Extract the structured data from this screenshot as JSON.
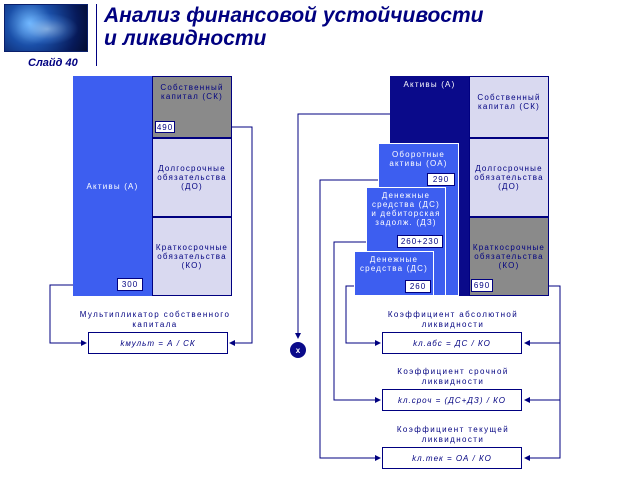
{
  "slide": {
    "label": "Слайд 40"
  },
  "title": "Анализ финансовой устойчивости\nи ликвидности",
  "left": {
    "assets": "Активы (А)",
    "equity": "Собственный\nкапитал (СК)",
    "equity_value": "490",
    "long_term": "Долгосрочные\nобязательства\n(ДО)",
    "short_term": "Краткосрочные\nобязательства\n(КО)",
    "assets_value": "300",
    "multiplier_label": "Мультипликатор собственного\nкапитала",
    "multiplier_formula": "kмульт = А / СК"
  },
  "right": {
    "assets": "Активы (А)",
    "current_assets": "Оборотные\nактивы (ОА)",
    "current_assets_value": "290",
    "cash_receivables": "Денежные\nсредства (ДС)\nи дебиторская\nзадолж. (ДЗ)",
    "cash_receivables_value": "260+230",
    "cash": "Денежные\nсредства (ДС)",
    "cash_value": "260",
    "equity": "Собственный\nкапитал (СК)",
    "long_term": "Долгосрочные\nобязательства\n(ДО)",
    "short_term": "Краткосрочные\nобязательства\n(КО)",
    "short_term_value": "690",
    "marker": "x",
    "abs_label": "Коэффициент абсолютной\nликвидности",
    "abs_formula": "kл.абс = ДС / КО",
    "quick_label": "Коэффициент срочной\nликвидности",
    "quick_formula": "kл.сроч = (ДС+ДЗ) / КО",
    "current_label": "Коэффициент текущей\nликвидности",
    "current_formula": "kл.тек = ОА / КО"
  },
  "colors": {
    "accent": "#3d5ef0",
    "navy": "#0a0a8a",
    "lavender": "#d9d9f0",
    "grey": "#8a8a8a",
    "text": "#000080"
  }
}
